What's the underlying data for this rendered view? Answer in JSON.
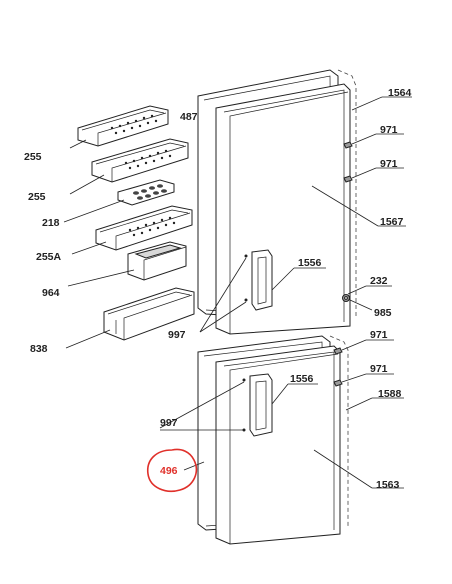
{
  "labels": {
    "l255a": "255",
    "l255b": "255",
    "l218": "218",
    "l255A": "255A",
    "l964": "964",
    "l838": "838",
    "l487": "487",
    "l1564": "1564",
    "l971a": "971",
    "l971b": "971",
    "l1567": "1567",
    "l1556a": "1556",
    "l232": "232",
    "l985": "985",
    "l997a": "997",
    "l971c": "971",
    "l971d": "971",
    "l1556b": "1556",
    "l1588": "1588",
    "l997b": "997",
    "l496": "496",
    "l1563": "1563"
  },
  "colors": {
    "highlight": "#e0302a",
    "line": "#222222"
  }
}
